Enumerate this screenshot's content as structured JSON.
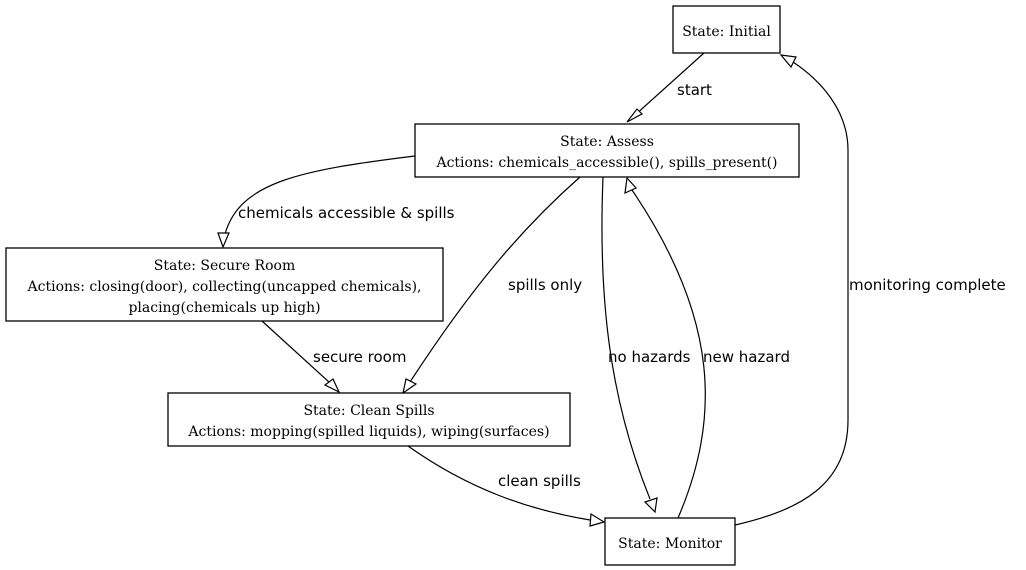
{
  "nodes": {
    "initial": {
      "lines": [
        "State: Initial"
      ]
    },
    "assess": {
      "lines": [
        "State: Assess",
        "Actions: chemicals_accessible(), spills_present()"
      ]
    },
    "secure_room": {
      "lines": [
        "State: Secure Room",
        "Actions: closing(door), collecting(uncapped chemicals),",
        "placing(chemicals up high)"
      ]
    },
    "clean_spills": {
      "lines": [
        "State: Clean Spills",
        "Actions: mopping(spilled liquids), wiping(surfaces)"
      ]
    },
    "monitor": {
      "lines": [
        "State: Monitor"
      ]
    }
  },
  "edges": {
    "start": "start",
    "chem_spills": "chemicals accessible & spills",
    "spills_only": "spills only",
    "secure_room": "secure room",
    "no_hazards": "no hazards",
    "new_hazard": "new hazard",
    "clean_spills": "clean spills",
    "monitoring_complete": "monitoring complete"
  }
}
